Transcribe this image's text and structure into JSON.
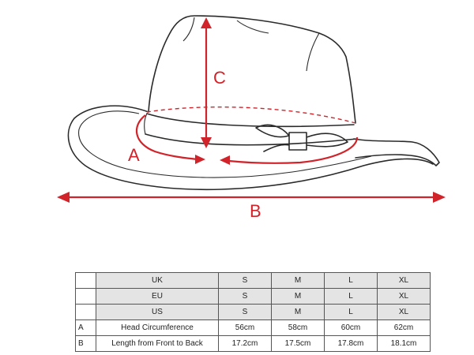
{
  "diagram": {
    "labels": {
      "a": "A",
      "b": "B",
      "c": "C"
    }
  },
  "table": {
    "rows": [
      {
        "key": "",
        "label": "UK",
        "values": [
          "S",
          "M",
          "L",
          "XL"
        ],
        "header": true
      },
      {
        "key": "",
        "label": "EU",
        "values": [
          "S",
          "M",
          "L",
          "XL"
        ],
        "header": true
      },
      {
        "key": "",
        "label": "US",
        "values": [
          "S",
          "M",
          "L",
          "XL"
        ],
        "header": true
      },
      {
        "key": "A",
        "label": "Head Circumference",
        "values": [
          "56cm",
          "58cm",
          "60cm",
          "62cm"
        ],
        "header": false
      },
      {
        "key": "B",
        "label": "Length from Front to Back",
        "values": [
          "17.2cm",
          "17.5cm",
          "17.8cm",
          "18.1cm"
        ],
        "header": false
      }
    ]
  },
  "colors": {
    "measure": "#d1232a",
    "outline": "#2a2a2a",
    "table_header": "#e4e4e4"
  }
}
